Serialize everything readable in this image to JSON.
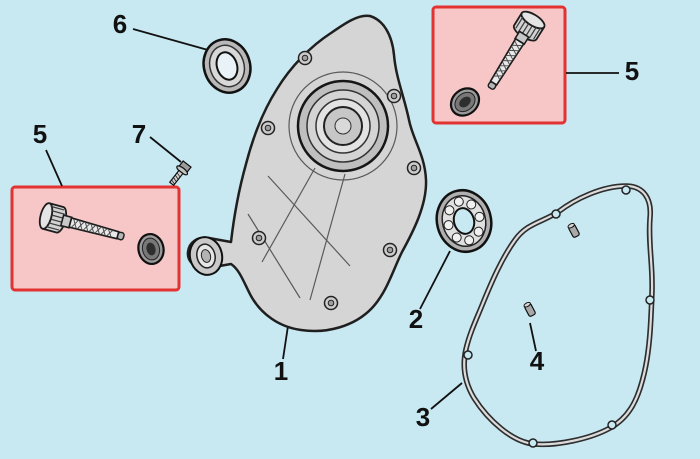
{
  "diagram": {
    "background_color": "#c9e9f2",
    "highlight_fill": "#f7c6c6",
    "highlight_border": "#e23232",
    "label_color": "#111111",
    "labels": {
      "part1": "1",
      "part2": "2",
      "part3": "3",
      "part4": "4",
      "part5_left": "5",
      "part5_right": "5",
      "part6": "6",
      "part7": "7"
    }
  }
}
